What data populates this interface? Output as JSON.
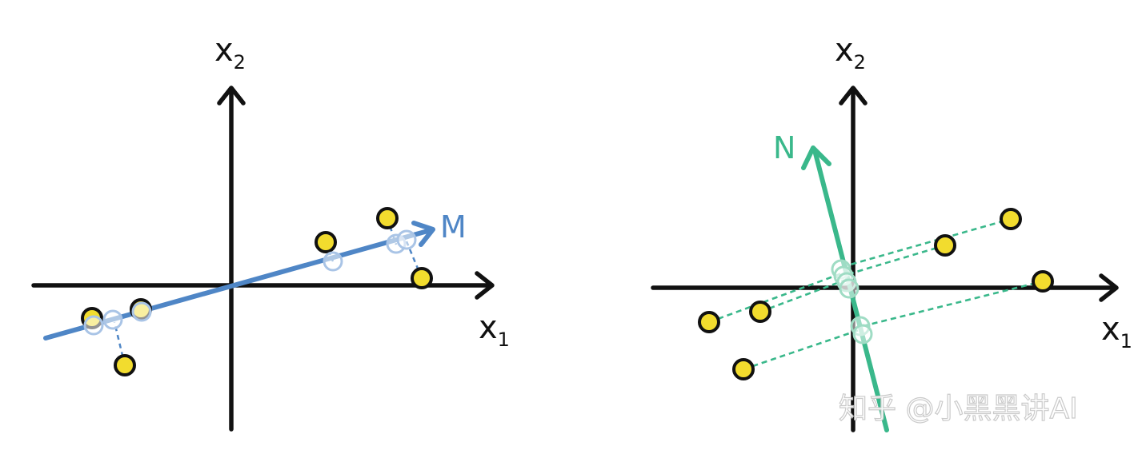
{
  "left_panel": {
    "x_axis_label": "x",
    "x_axis_sub": "1",
    "y_axis_label": "x",
    "y_axis_sub": "2",
    "vector_label": "M",
    "vector_color": "#4f86c6",
    "point_color": "#f2dc2e"
  },
  "right_panel": {
    "x_axis_label": "x",
    "x_axis_sub": "1",
    "y_axis_label": "x",
    "y_axis_sub": "2",
    "vector_label": "N",
    "vector_color": "#3ab88b",
    "point_color": "#f2dc2e"
  },
  "watermark": {
    "text": "知乎 @小黑黑讲AI"
  }
}
